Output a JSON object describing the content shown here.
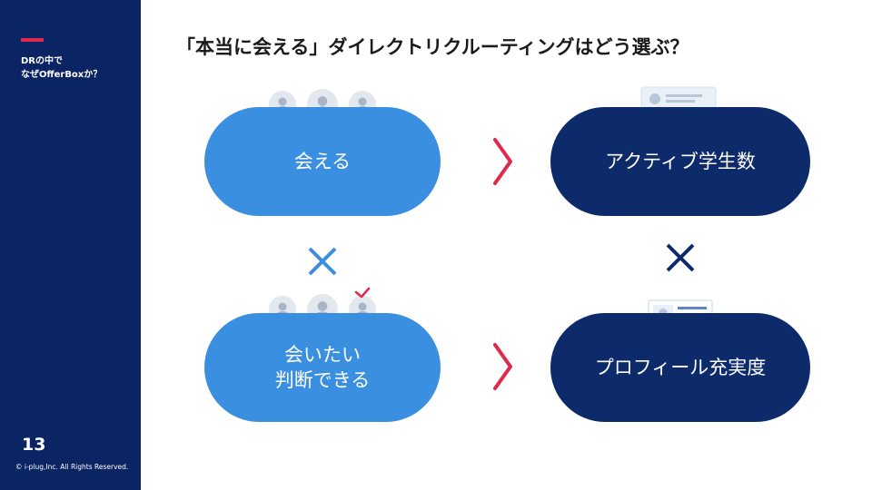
{
  "sidebar": {
    "section_title_line1": "DRの中で",
    "section_title_line2": "なぜOfferBoxか？",
    "page_number": "13",
    "copyright": "© i-plug,Inc. All Rights Reserved."
  },
  "title": "「本当に会える」ダイレクトリクルーティングはどう選ぶ？",
  "pills": {
    "top_left": "会える",
    "top_right": "アクティブ学生数",
    "bottom_left_line1": "会いたい",
    "bottom_left_line2": "判断できる",
    "bottom_right": "プロフィール充実度"
  },
  "colors": {
    "sidebar": "#0b2463",
    "accent_red": "#e0284a",
    "pill_light": "#3b8fe0",
    "pill_dark": "#0d2a6b"
  },
  "icons": [
    "user-avatar-icon",
    "chevron-right-icon",
    "times-icon",
    "profile-card-icon",
    "checkmark-icon"
  ]
}
